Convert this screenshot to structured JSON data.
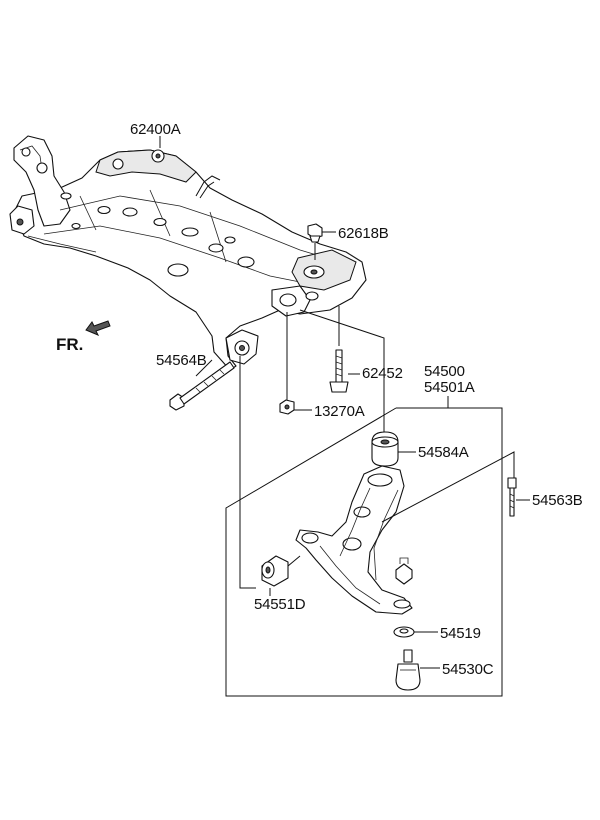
{
  "labels": {
    "subframe": "62400A",
    "nut_top": "62618B",
    "fr": "FR.",
    "bolt_left": "54564B",
    "bolt_center": "62452",
    "arm_assy_1": "54500",
    "arm_assy_2": "54501A",
    "nut_lower": "13270A",
    "bush_rear": "54584A",
    "bolt_right": "54563B",
    "bush_front": "54551D",
    "dust_cover": "54519",
    "ball_joint": "54530C"
  }
}
